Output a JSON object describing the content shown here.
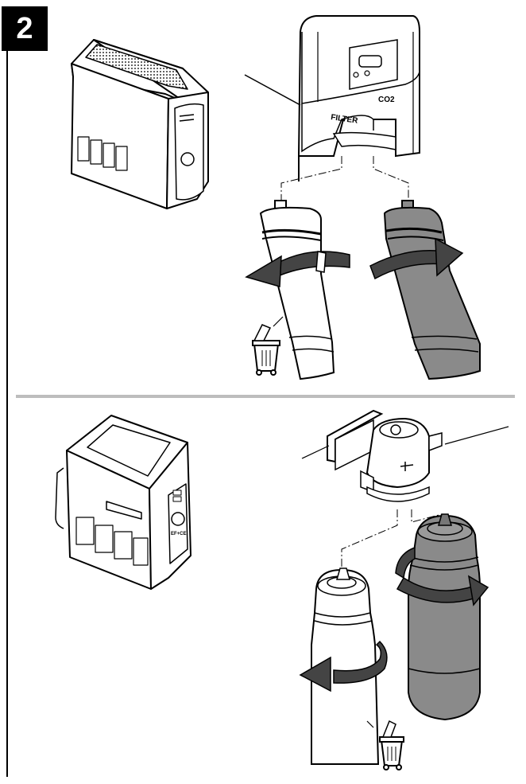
{
  "step": {
    "number": "2"
  },
  "labels": {
    "filter": "FILTER",
    "co2": "CO2",
    "device_mark": "EF+CE"
  },
  "icons": {
    "remove_direction": "rotate-left-arrow-icon",
    "insert_direction": "rotate-right-arrow-icon",
    "disposal": "trash-bin-icon"
  },
  "colors": {
    "outline": "#000000",
    "new_filter": "#8a8a8a",
    "old_filter": "#ffffff",
    "divider": "#bdbdbd"
  }
}
